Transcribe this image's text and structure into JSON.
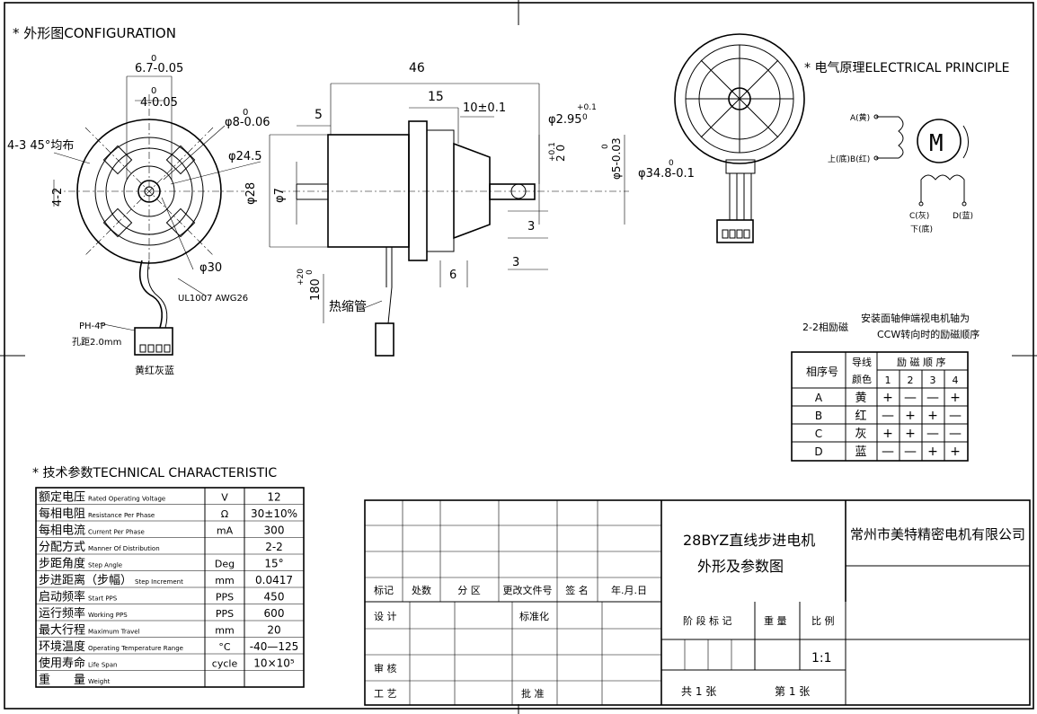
{
  "headings": {
    "configuration": "* 外形图CONFIGURATION",
    "electrical": "* 电气原理ELECTRICAL PRINCIPLE",
    "technical": "* 技术参数TECHNICAL CHARACTERISTIC"
  },
  "dims": {
    "d46": "46",
    "d15": "15",
    "d5": "5",
    "d10": "10±0.1",
    "phi295": "φ2.95",
    "phi295_tol_up": "+0.1",
    "phi295_tol_low": "0",
    "phi5": "φ5-0.03",
    "phi5_tol_up": "0",
    "phi2_up": "+0.1",
    "phi2": "2 0",
    "phi348": "φ34.8-0.1",
    "phi348_tol_up": "0",
    "phi7": "φ7",
    "phi28": "φ28",
    "phi245": "φ24.5",
    "phi8": "φ8-0.06",
    "phi8_tol_up": "0",
    "d67": "6.7-0.05",
    "d67_tol_up": "0",
    "d4": "4-0.05",
    "d4_tol_up": "0",
    "holes": "4-3 45°均布",
    "d42": "4-2",
    "phi30": "φ30",
    "d3a": "3",
    "d3b": "3",
    "d6": "6",
    "d180": "180",
    "d180_tol_up": "+20",
    "d180_tol_low": "0",
    "heatshrink": "热缩管",
    "wire": "UL1007 AWG26",
    "connector": "PH-4P",
    "pitch": "孔距2.0mm",
    "colors": "黄红灰蓝"
  },
  "electrical": {
    "labelA": "A(黄)",
    "labelUp": "上(底)B(红)",
    "labelC": "C(灰)",
    "labelD": "D(蓝)",
    "labelDown": "下(底)",
    "motor": "M",
    "excitation_title": "2-2相励磁",
    "excitation_note1": "安装面轴伸端视电机轴为",
    "excitation_note2": "CCW转向时的励磁顺序",
    "table_head_phase": "相序号",
    "table_head_wire1": "导线",
    "table_head_wire2": "颜色",
    "table_head_seq": "励 磁 顺 序",
    "steps": [
      "1",
      "2",
      "3",
      "4"
    ],
    "rows": [
      {
        "phase": "A",
        "color": "黄",
        "seq": [
          "+",
          "—",
          "—",
          "+"
        ]
      },
      {
        "phase": "B",
        "color": "红",
        "seq": [
          "—",
          "+",
          "+",
          "—"
        ]
      },
      {
        "phase": "C",
        "color": "灰",
        "seq": [
          "+",
          "+",
          "—",
          "—"
        ]
      },
      {
        "phase": "D",
        "color": "蓝",
        "seq": [
          "—",
          "—",
          "+",
          "+"
        ]
      }
    ]
  },
  "tech_rows": [
    {
      "cn": "额定电压",
      "en": "Rated Operating Voltage",
      "unit": "V",
      "value": "12"
    },
    {
      "cn": "每相电阻",
      "en": "Resistance Per Phase",
      "unit": "Ω",
      "value": "30±10%"
    },
    {
      "cn": "每相电流",
      "en": "Current Per Phase",
      "unit": "mA",
      "value": "300"
    },
    {
      "cn": "分配方式",
      "en": "Manner Of Distribution",
      "unit": "",
      "value": "2-2"
    },
    {
      "cn": "步距角度",
      "en": "Step Angle",
      "unit": "Deg",
      "value": "15°"
    },
    {
      "cn": "步进距离（步幅）",
      "en": "Step Increment",
      "unit": "mm",
      "value": "0.0417"
    },
    {
      "cn": "启动频率",
      "en": "Start PPS",
      "unit": "PPS",
      "value": "450"
    },
    {
      "cn": "运行频率",
      "en": "Working PPS",
      "unit": "PPS",
      "value": "600"
    },
    {
      "cn": "最大行程",
      "en": "Maximum Travel",
      "unit": "mm",
      "value": "20"
    },
    {
      "cn": "环境温度",
      "en": "Operating Temperature Range",
      "unit": "°C",
      "value": "-40—125"
    },
    {
      "cn": "使用寿命",
      "en": "Life Span",
      "unit": "cycle",
      "value": "10×10⁵"
    },
    {
      "cn": "重　　量",
      "en": "Weight",
      "unit": "",
      "value": ""
    }
  ],
  "title_block": {
    "headers": [
      "标记",
      "处数",
      "分 区",
      "更改文件号",
      "签 名",
      "年.月.日"
    ],
    "design": "设 计",
    "standard": "标准化",
    "review": "审 核",
    "process": "工 艺",
    "approve": "批 准",
    "title_line1": "28BYZ直线步进电机",
    "title_line2": "外形及参数图",
    "company": "常州市美特精密电机有限公司",
    "stage": "阶 段 标 记",
    "weight": "重 量",
    "scale": "比 例",
    "scale_value": "1:1",
    "total": "共 1 张",
    "sheet": "第 1 张"
  }
}
